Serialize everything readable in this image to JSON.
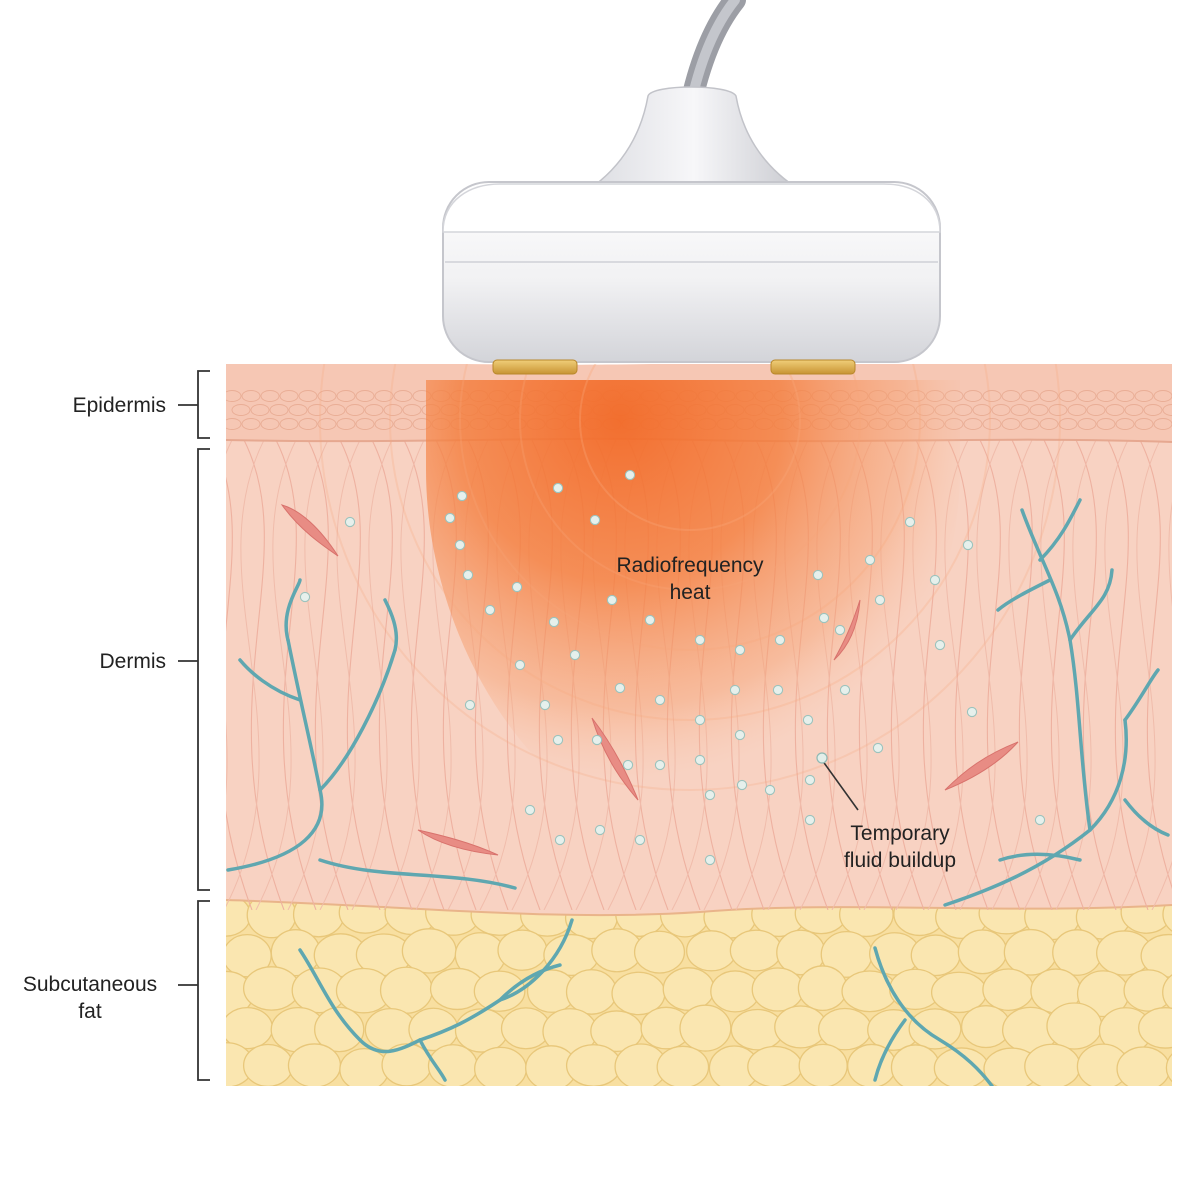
{
  "layers": {
    "epidermis": "Epidermis",
    "dermis": "Dermis",
    "fat_line1": "Subcutaneous",
    "fat_line2": "fat"
  },
  "annotations": {
    "heat_line1": "Radiofrequency",
    "heat_line2": "heat",
    "fluid_line1": "Temporary",
    "fluid_line2": "fluid buildup"
  },
  "colors": {
    "epidermis": "#f6c7b4",
    "dermis": "#f8d2c2",
    "fat": "#f8dfa0",
    "heat": "#f3783a",
    "vessel": "#5fa7b0",
    "fluid": "#e3eee9",
    "electrode": "#d9a844",
    "device": "#f1f1f3"
  }
}
